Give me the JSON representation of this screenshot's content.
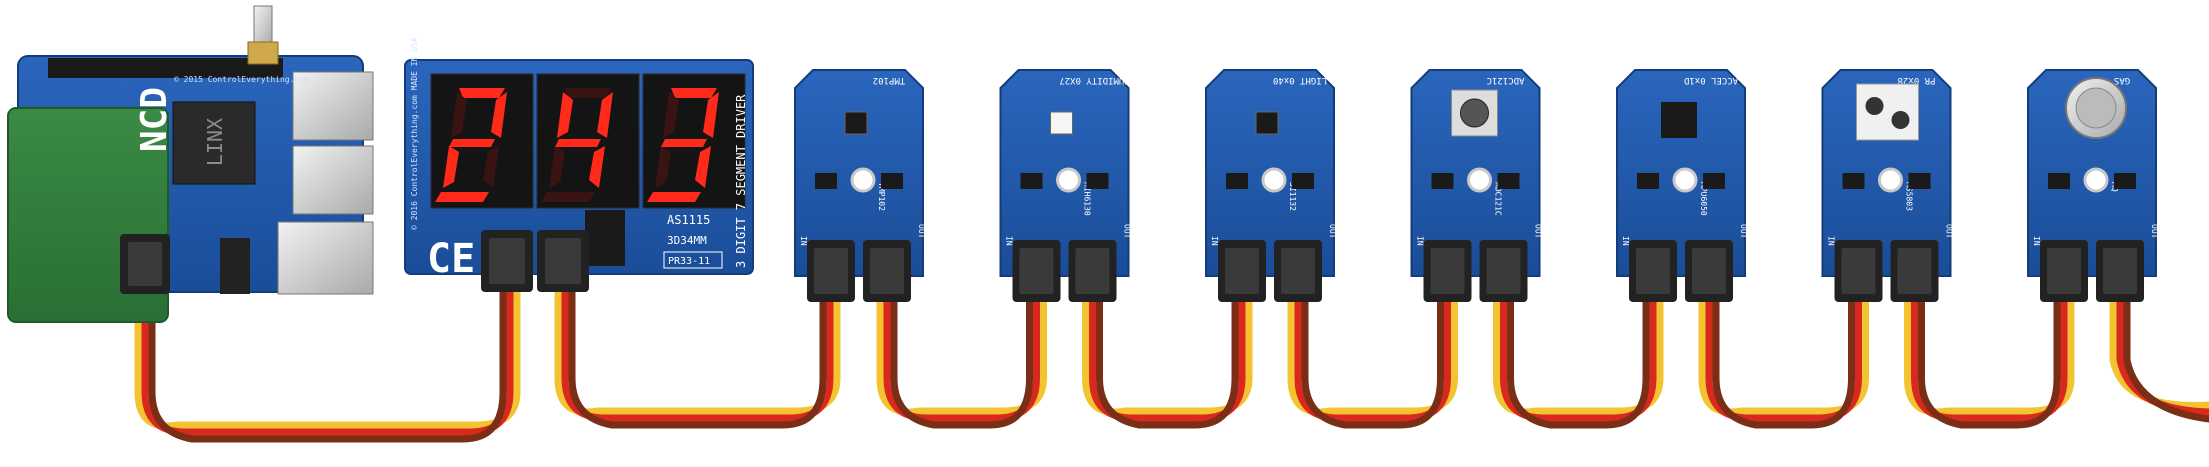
{
  "colors": {
    "pcb_blue": "#1f56a8",
    "pcb_edge": "#173f80",
    "pi_green": "#2f7d3c",
    "segment_red": "#ff2a1a",
    "cable_yellow": "#f4c430",
    "cable_red": "#d9281e",
    "cable_brown": "#7a2e16",
    "connector_black": "#222222"
  },
  "raspberry_pi": {
    "logo": "NCD",
    "copyright": "© 2015 ControlEverything.com"
  },
  "display": {
    "digits": [
      "2",
      "4",
      "3"
    ],
    "side_label": "3 DIGIT 7 SEGMENT DRIVER",
    "top_label": "© 2016 ControlEverything.com MADE IN USA",
    "chip_label": "AS1115",
    "part_code": "3D34MM",
    "pr_label": "PR33-11",
    "logo": "CE"
  },
  "sensors": [
    {
      "name": "TMP102",
      "chip": "TMP102"
    },
    {
      "name": "HUMIDITY 0X27",
      "chip": "HIH6130"
    },
    {
      "name": "LIGHT 0x40",
      "chip": "SI1132"
    },
    {
      "name": "ADC121C",
      "chip": "ADC121C"
    },
    {
      "name": "ACCEL 0x1D",
      "chip": "MPU6050"
    },
    {
      "name": "PR 0x28",
      "chip": "MS5803"
    },
    {
      "name": "GAS",
      "chip": "MQ"
    }
  ],
  "port_labels": {
    "in": "IN",
    "out": "OUT"
  }
}
